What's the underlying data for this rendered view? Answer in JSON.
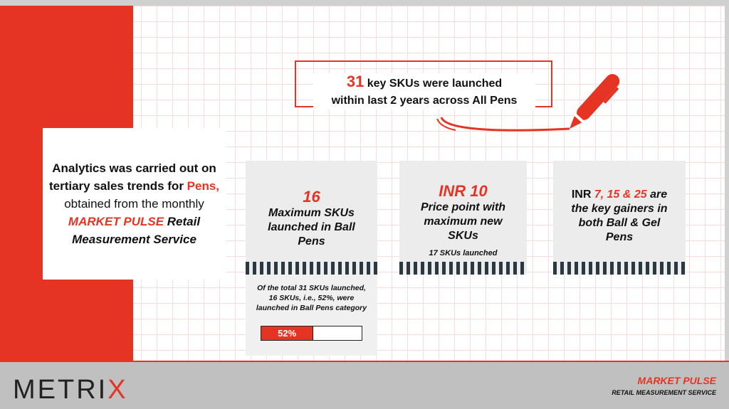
{
  "intro": {
    "l1": "Analytics was carried out on tertiary sales trends for ",
    "pens": "Pens,",
    "l2": " obtained from the monthly ",
    "mp": "MARKET PULSE",
    "l3": " Retail Measurement Service"
  },
  "headline": {
    "number": "31",
    "line1": " key SKUs were launched",
    "line2": "within last 2 years across All Pens"
  },
  "cards": [
    {
      "big": "16",
      "text": "Maximum SKUs launched in Ball Pens"
    },
    {
      "big": "INR 10",
      "text": "Price point with maximum new SKUs",
      "sub": "17 SKUs launched"
    },
    {
      "pre": "INR ",
      "hl": "7, 15 & 25",
      "post": " are the key gainers in both Ball & Gel Pens"
    }
  ],
  "detail": {
    "text": "Of the total 31 SKUs launched, 16 SKUs, i.e., 52%, were launched in Ball Pens category",
    "bar_label": "52%",
    "bar_percent": 52
  },
  "footer": {
    "logo": "METRIX",
    "mp": "MARKET PULSE",
    "rms": "RETAIL MEASUREMENT SERVICE"
  },
  "colors": {
    "accent": "#e53424",
    "footer": "#c0c0c0"
  }
}
